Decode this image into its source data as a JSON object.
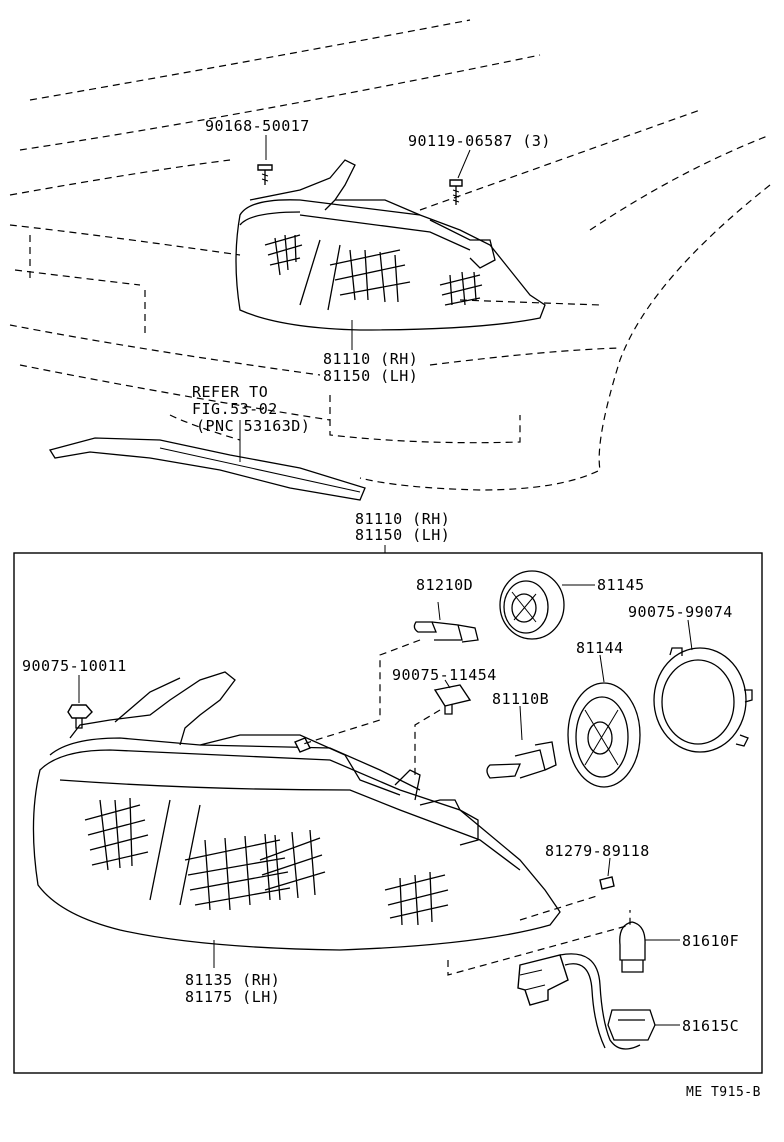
{
  "top_assembly": {
    "screw_left": "90168-50017",
    "screw_right": "90119-06587 (3)",
    "part_rh": "81110 (RH)",
    "part_lh": "81150 (LH)",
    "refer_line1": "REFER TO",
    "refer_line2": "FIG.53-02",
    "refer_line3": "(PNC 53163D)"
  },
  "box_header": {
    "part_rh": "81110 (RH)",
    "part_lh": "81150 (LH)"
  },
  "detail": {
    "bulb_small": "81210D",
    "socket_cover": "81145",
    "retainer_ring": "90075-99074",
    "clip_left": "90075-10011",
    "clip_mid": "90075-11454",
    "bulb_main": "81110B",
    "reflector_ring": "81144",
    "screw_small": "81279-89118",
    "turn_bulb": "81610F",
    "turn_socket": "81615C",
    "lens_rh": "81135 (RH)",
    "lens_lh": "81175 (LH)"
  },
  "footer": {
    "figure_code": "ME T915-B"
  }
}
